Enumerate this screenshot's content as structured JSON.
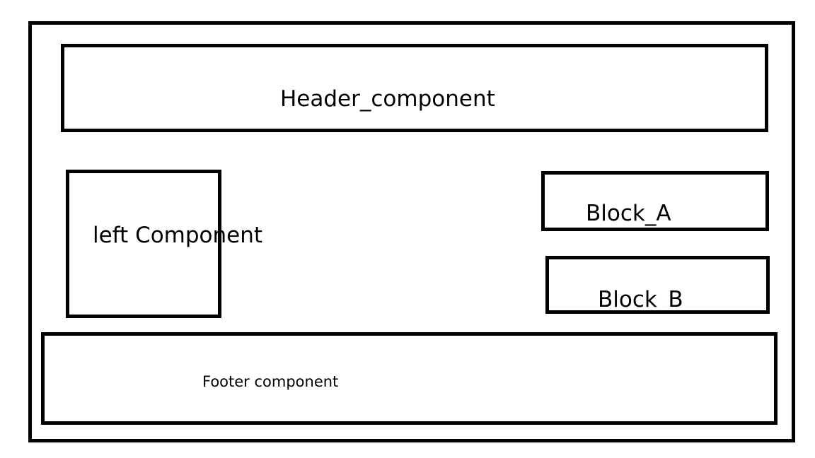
{
  "diagram": {
    "header": {
      "label": "Header_component"
    },
    "left": {
      "label": "left Component"
    },
    "block_a": {
      "label": "Block_A"
    },
    "block_b": {
      "label": "Block_B"
    },
    "footer": {
      "label": "Footer component"
    }
  },
  "colors": {
    "stroke": "#000000",
    "background": "#ffffff"
  }
}
